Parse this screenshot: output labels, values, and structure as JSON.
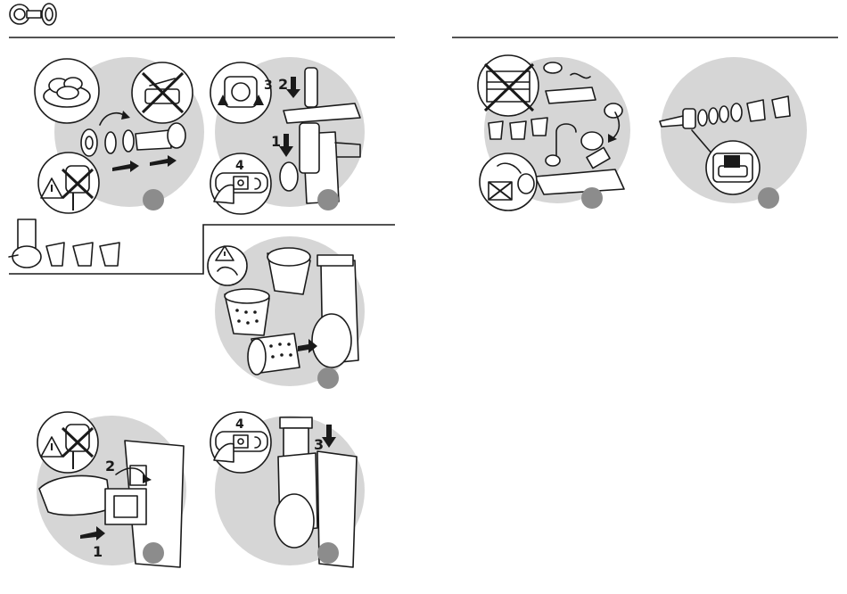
{
  "colors": {
    "ink": "#1a1a1a",
    "disc": "#d6d6d6",
    "step_marker": "#8c8c8c",
    "paper": "#ffffff"
  },
  "icons": {
    "header": [
      "mincer-head-icon",
      "grinding-plate-icon"
    ],
    "warnings": [
      "unplug-warning-icon",
      "no-dishwasher-icon",
      "sharp-blade-warning-icon"
    ]
  },
  "steps": {
    "mincer_assembly": {
      "callouts": [
        "3",
        "2",
        "1",
        "4"
      ]
    },
    "shredder_assembly": {
      "callouts": [
        "2",
        "1",
        "4",
        "3"
      ]
    }
  }
}
